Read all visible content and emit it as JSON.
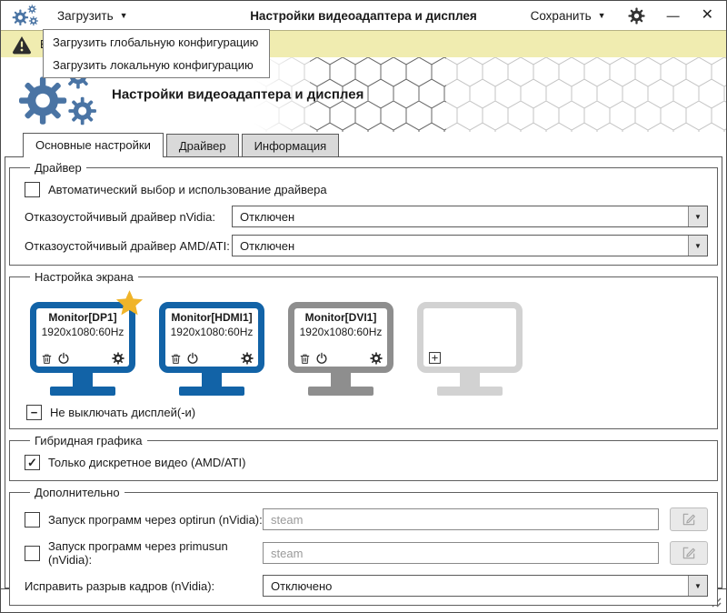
{
  "titlebar": {
    "load_label": "Загрузить",
    "title": "Настройки видеоадаптера и дисплея",
    "save_label": "Сохранить"
  },
  "glyphs": {
    "dropdown_arrow": "▼",
    "combo_arrow": "▼",
    "minimize": "—",
    "close": "✕",
    "check": "✓",
    "partial": "−"
  },
  "load_menu": {
    "items": [
      {
        "label": "Загрузить глобальную конфигурацию"
      },
      {
        "label": "Загрузить локальную конфигурацию"
      }
    ]
  },
  "warning_bar": {
    "visible_text": "В"
  },
  "header": {
    "title": "Настройки видеоадаптера и дисплея"
  },
  "tabs": [
    {
      "label": "Основные настройки"
    },
    {
      "label": "Драйвер"
    },
    {
      "label": "Информация"
    }
  ],
  "driver_group": {
    "legend": "Драйвер",
    "auto_label": "Автоматический выбор и использование драйвера",
    "nvidia_label": "Отказоустойчивый драйвер nVidia:",
    "nvidia_value": "Отключен",
    "amd_label": "Отказоустойчивый драйвер AMD/ATI:",
    "amd_value": "Отключен"
  },
  "screen_group": {
    "legend": "Настройка экрана",
    "monitors": [
      {
        "name": "Monitor[DP1]",
        "resolution": "1920x1080:60Hz"
      },
      {
        "name": "Monitor[HDMI1]",
        "resolution": "1920x1080:60Hz"
      },
      {
        "name": "Monitor[DVI1]",
        "resolution": "1920x1080:60Hz"
      },
      {
        "name": "",
        "resolution": ""
      }
    ],
    "keep_on_label": "Не выключать дисплей(-и)"
  },
  "hybrid_group": {
    "legend": "Гибридная графика",
    "discrete_label": "Только дискретное видео (AMD/ATI)"
  },
  "extra_group": {
    "legend": "Дополнительно",
    "optirun_label": "Запуск программ через optirun (nVidia):",
    "optirun_placeholder": "steam",
    "primusun_label": "Запуск программ через primusun (nVidia):",
    "primusun_placeholder": "steam",
    "tearing_label": "Исправить разрыв кадров (nVidia):",
    "tearing_value": "Отключено"
  },
  "colors": {
    "monitor_blue": "#1263a7",
    "monitor_gray": "#8e8e8e",
    "monitor_inactive": "#d2d2d2",
    "logo_blue": "#4a74a4",
    "star_gold": "#f0b429",
    "warning_bg": "#f0ecb0"
  }
}
